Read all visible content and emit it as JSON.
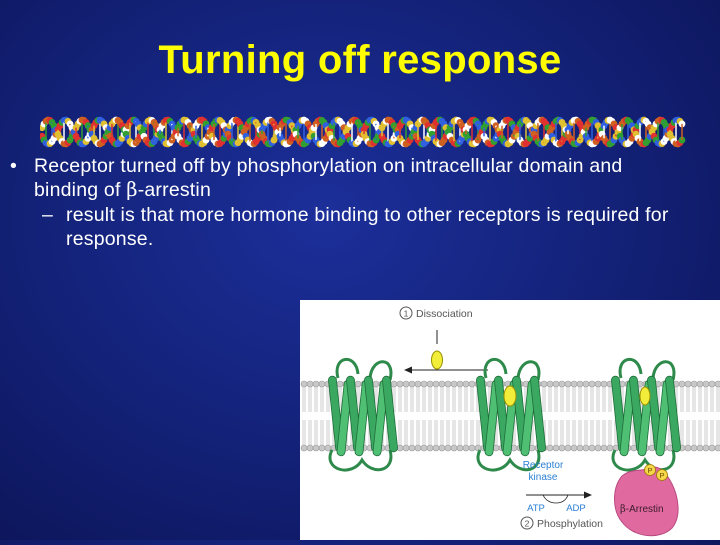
{
  "slide": {
    "title": "Turning off response",
    "bullets": [
      {
        "marker": "•",
        "text_before": "Receptor turned off by phosphorylation on intracellular domain and binding of ",
        "greek": "β",
        "text_after": "-arrestin"
      },
      {
        "marker": "–",
        "text": "result is that more hormone binding to other receptors is required for response."
      }
    ]
  },
  "figure": {
    "step1_number": "1",
    "step1_label": "Dissociation",
    "kinase_label_line1": "Receptor",
    "kinase_label_line2": "kinase",
    "atp": "ATP",
    "adp": "ADP",
    "step2_number": "2",
    "step2_label": "Phosphylation",
    "arrestin_greek": "β",
    "arrestin_label": "-Arrestin",
    "phosphate": "P",
    "colors": {
      "background": "#14237c",
      "title": "#ffff00",
      "receptor": "#3aa860",
      "ligand": "#f2ec3a",
      "arrestin": "#e06aa0",
      "label_blue": "#2a7fd4"
    }
  }
}
